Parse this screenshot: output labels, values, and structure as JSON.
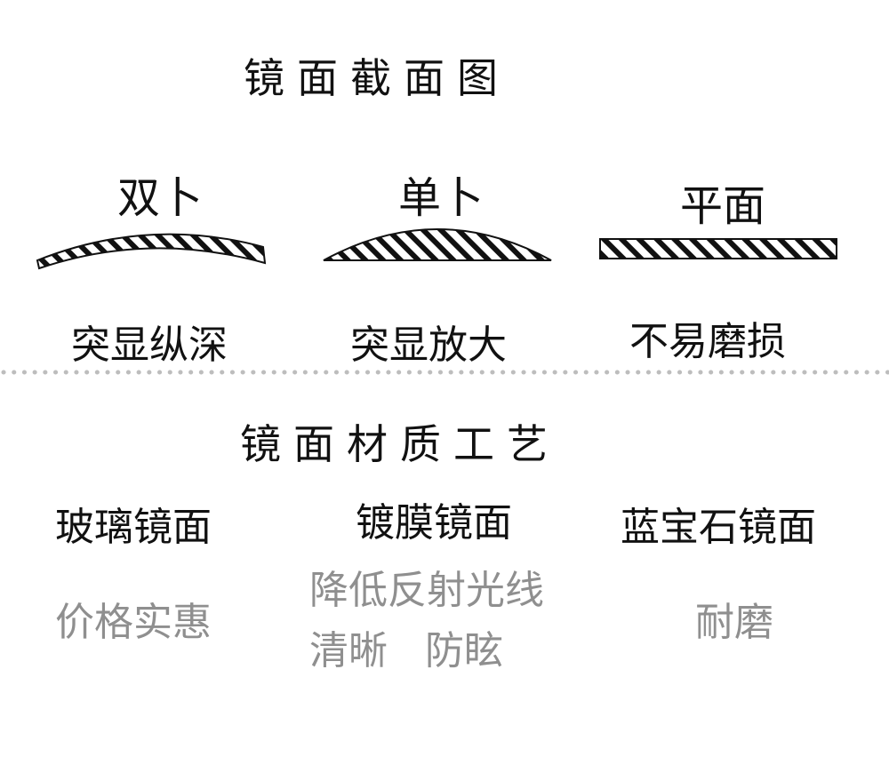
{
  "cross_section": {
    "title": "镜面截面图",
    "lenses": [
      {
        "label": "双卜",
        "feature": "突显纵深",
        "shape": "double-convex"
      },
      {
        "label": "单卜",
        "feature": "突显放大",
        "shape": "single-convex"
      },
      {
        "label": "平面",
        "feature": "不易磨损",
        "shape": "flat"
      }
    ]
  },
  "material": {
    "title": "镜面材质工艺",
    "items": [
      {
        "name": "玻璃镜面",
        "benefit": [
          "价格实惠"
        ]
      },
      {
        "name": "镀膜镜面",
        "benefit": [
          "降低反射光线",
          "清晰   防眩"
        ]
      },
      {
        "name": "蓝宝石镜面",
        "benefit": [
          "耐磨"
        ]
      }
    ]
  },
  "colors": {
    "text": "#111111",
    "muted": "#8f8f8f",
    "divider": "#bdbdbd"
  }
}
